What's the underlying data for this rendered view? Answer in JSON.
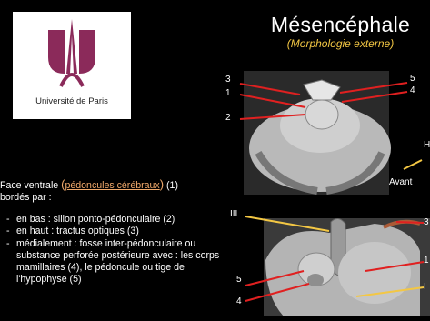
{
  "logo": {
    "text": "Université de Paris",
    "color": "#8b2a5a"
  },
  "title": "Mésencéphale",
  "subtitle": "(Morphologie externe)",
  "intro": {
    "prefix": "Face ventrale ",
    "paren_open": "(",
    "link": "pédoncules cérébraux",
    "paren_close": ")",
    "suffix": " (1)",
    "line2": "bordés par :"
  },
  "list": [
    "en bas : sillon ponto-pédonculaire (2)",
    "en haut : tractus optiques (3)",
    "médialement : fosse inter-pédonculaire ou substance perforée postérieure avec : les corps mamillaires (4), le pédoncule ou tige de l'hypophyse (5)"
  ],
  "upper_diagram": {
    "left_labels": [
      "3",
      "1",
      "2"
    ],
    "right_labels": [
      "5",
      "4"
    ],
    "side_labels": [
      "H",
      "Avant"
    ]
  },
  "lower_diagram": {
    "left_labels": [
      "III",
      "5",
      "4"
    ],
    "right_labels": [
      "3",
      "1",
      "I"
    ]
  },
  "colors": {
    "accent_red": "#e02020",
    "accent_yellow": "#f3c744",
    "link": "#f0a96b"
  }
}
